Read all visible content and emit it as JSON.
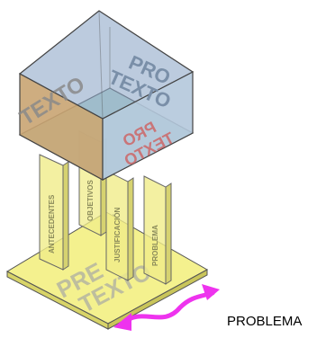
{
  "caption": "PROBLEMA",
  "cube": {
    "left_face_text": "TEXTO",
    "right_face_line1": "PRO",
    "right_face_line2": "TEXTO",
    "bottom_face_line1": "PRO",
    "bottom_face_line2": "TEXTO"
  },
  "base": {
    "line1": "PRE",
    "line2": "TEXTO"
  },
  "pillars": [
    "ANTECEDENTES",
    "OBJETIVOS",
    "JUSTIFICACIÓN",
    "PROBLEMA"
  ],
  "colors": {
    "cube_top": "#8fa8c8",
    "cube_left": "#c9a472",
    "cube_right": "#b4c8dc",
    "cube_bottom": "#a9d2c8",
    "pillar": "#f0ec8a",
    "base": "#f2ee7a",
    "arrow": "#ee33ee",
    "face_text": "#7a8fa8",
    "mirrored_text": "#cc6666"
  }
}
